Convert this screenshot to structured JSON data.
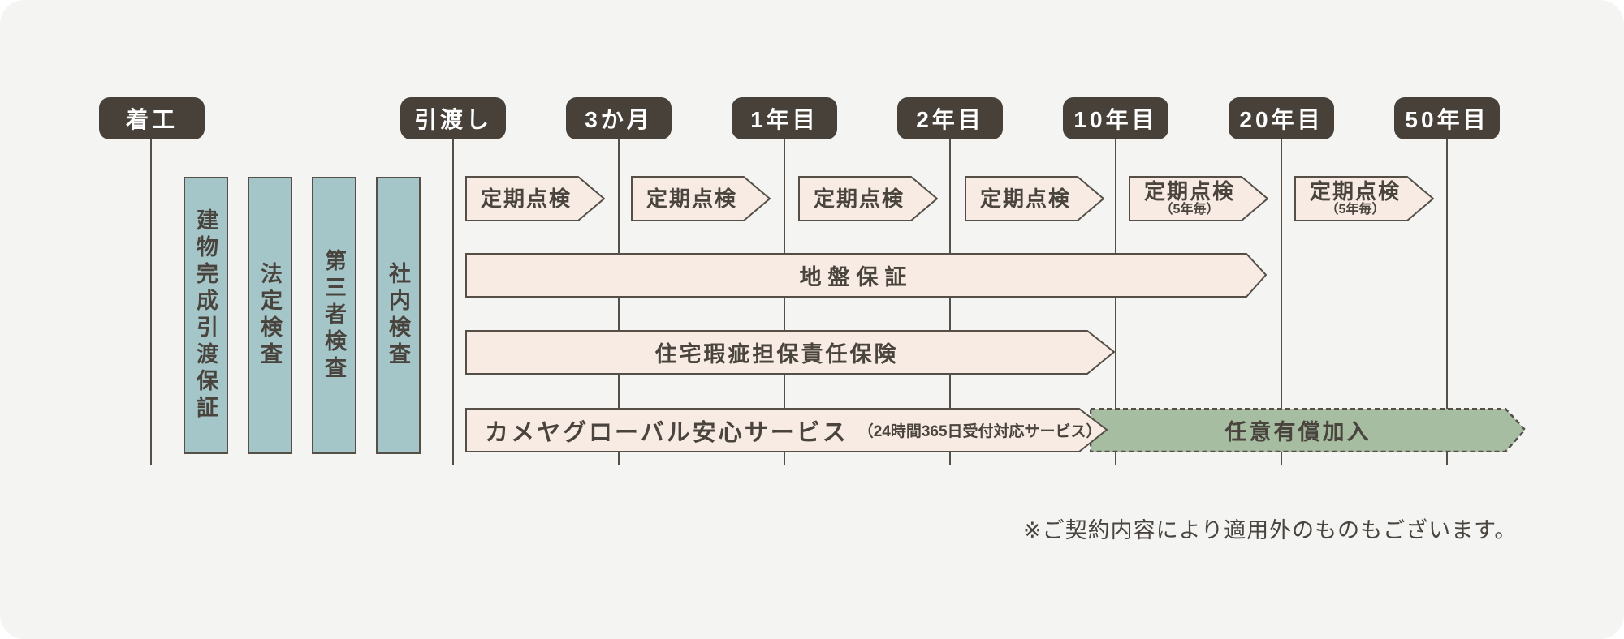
{
  "colors": {
    "badge_bg": "#474139",
    "badge_text": "#ffffff",
    "teal_fill": "#a5c6c8",
    "cream_fill": "#f8ebe3",
    "green_fill": "#a6bda1",
    "stroke": "#554f48",
    "text_dark": "#4a443e",
    "canvas_bg": "#f4f4f2"
  },
  "timeline": {
    "milestones": [
      {
        "label": "着工"
      },
      {
        "label": "引渡し"
      },
      {
        "label": "3か月"
      },
      {
        "label": "1年目"
      },
      {
        "label": "2年目"
      },
      {
        "label": "10年目"
      },
      {
        "label": "20年目"
      },
      {
        "label": "50年目"
      }
    ]
  },
  "vertical_bars": [
    {
      "label": "建物完成引渡保証"
    },
    {
      "label": "法定検査"
    },
    {
      "label": "第三者検査"
    },
    {
      "label": "社内検査"
    }
  ],
  "inspection_chips": [
    {
      "label": "定期点検",
      "note": ""
    },
    {
      "label": "定期点検",
      "note": ""
    },
    {
      "label": "定期点検",
      "note": ""
    },
    {
      "label": "定期点検",
      "note": ""
    },
    {
      "label": "定期点検",
      "note": "（5年毎）"
    },
    {
      "label": "定期点検",
      "note": "（5年毎）"
    }
  ],
  "bars": {
    "ground_warranty": {
      "label": "地盤保証"
    },
    "defect_insurance": {
      "label": "住宅瑕疵担保責任保険"
    },
    "kameya_service": {
      "label": "カメヤグローバル安心サービス",
      "sub": "（24時間365日受付対応サービス）"
    },
    "paid_option": {
      "label": "任意有償加入"
    }
  },
  "footnote": "※ご契約内容により適用外のものもございます。"
}
